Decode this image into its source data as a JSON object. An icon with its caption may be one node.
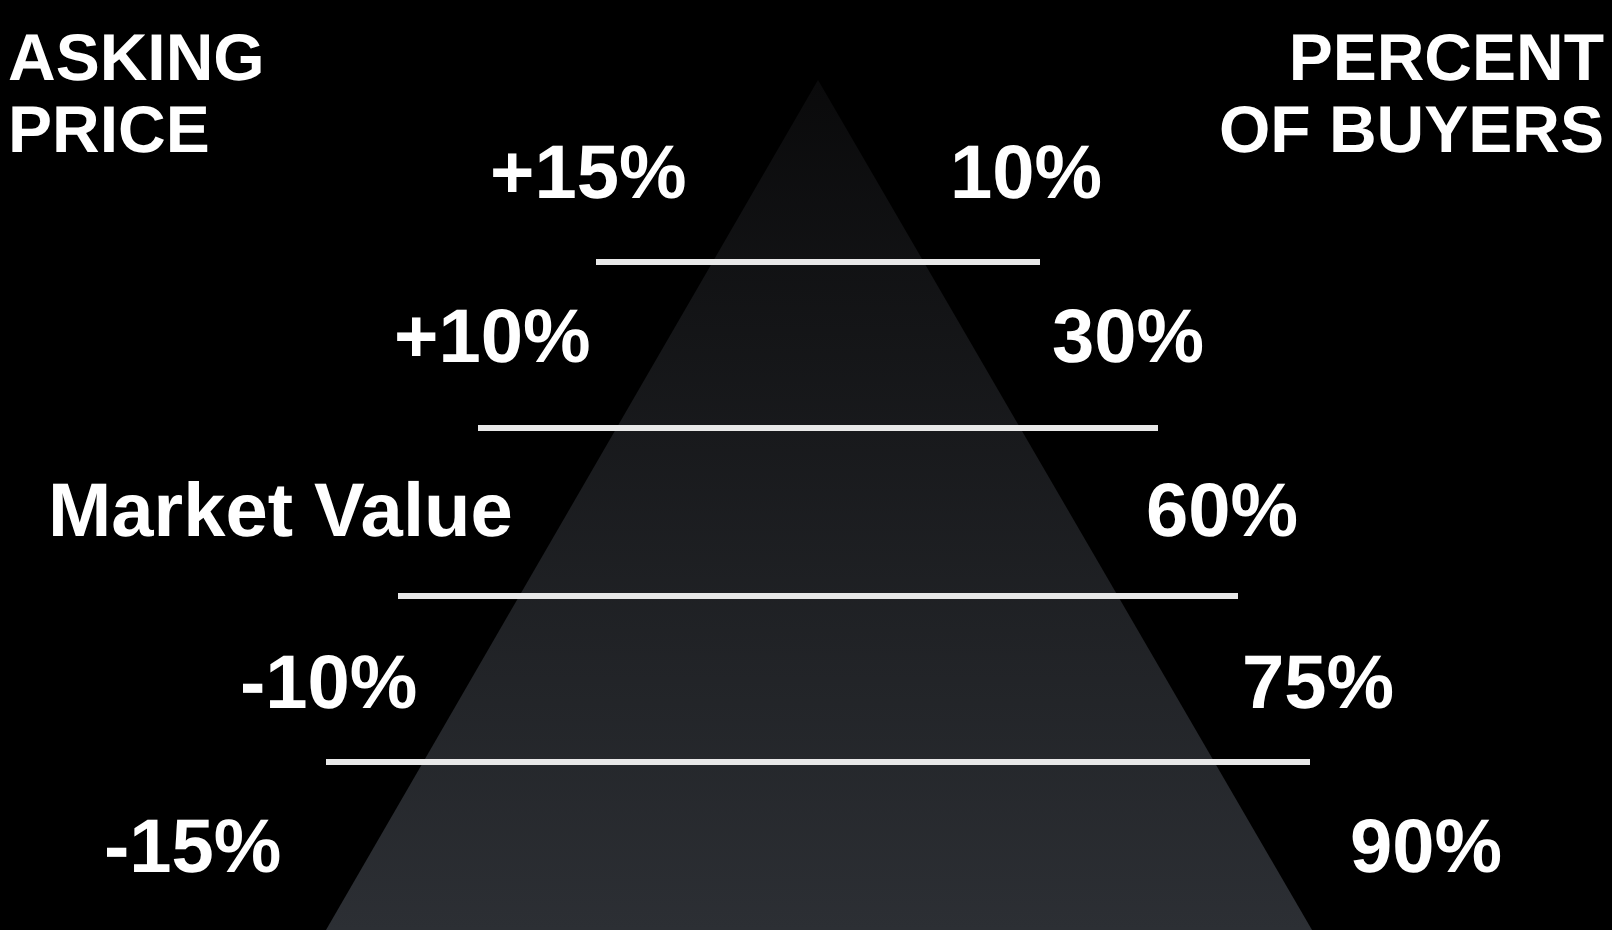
{
  "diagram": {
    "labels": [
      "ASKING PRICE",
      "PERCENT OF BUYERS",
      "+15%",
      "10%",
      "+10%",
      "30%",
      "Market Value",
      "60%",
      "-10%",
      "75%",
      "-15%",
      "90%"
    ]
  }
}
